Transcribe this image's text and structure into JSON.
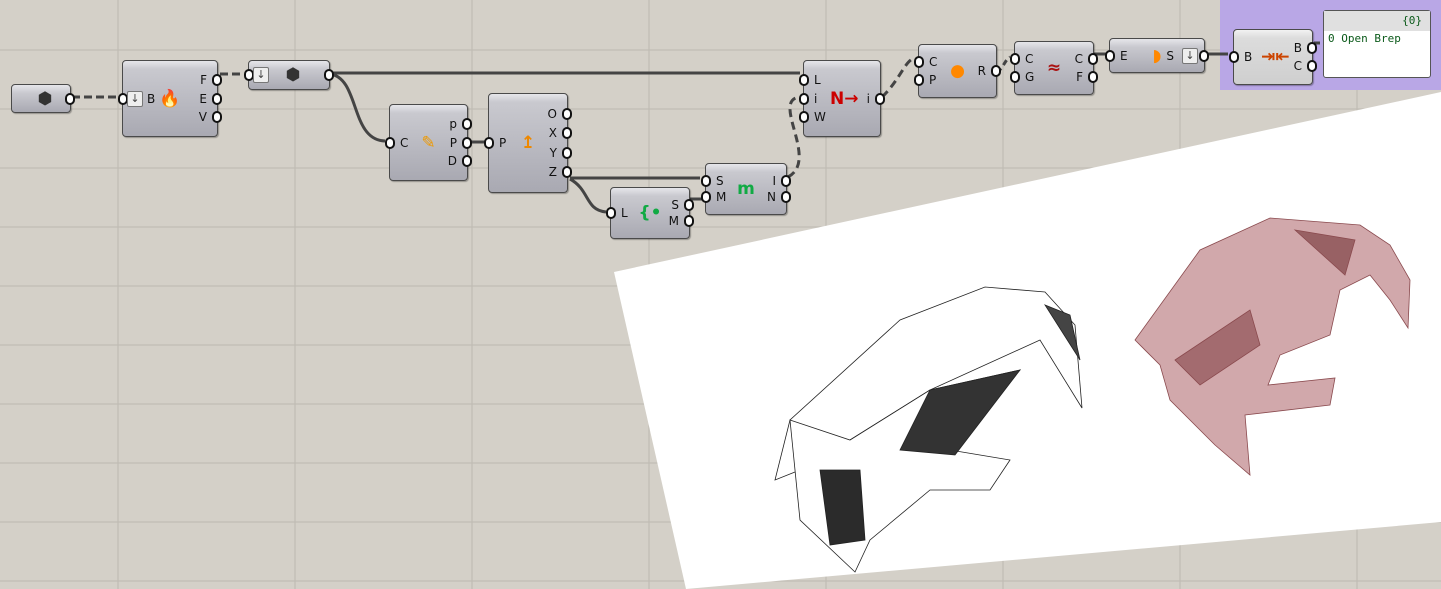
{
  "components": [
    {
      "id": "brep-param",
      "icon": "⬢",
      "inputs": [],
      "outputs": [
        ""
      ],
      "x": 0
    },
    {
      "id": "deconstruct-brep",
      "icon": "🔥",
      "inputs": [
        "B"
      ],
      "outputs": [
        "F",
        "E",
        "V"
      ]
    },
    {
      "id": "curve-param",
      "icon": "⬢",
      "inputs": [
        ""
      ],
      "outputs": [
        ""
      ]
    },
    {
      "id": "discontinuity",
      "icon": "✎",
      "inputs": [
        "C"
      ],
      "outputs": [
        "p",
        "P",
        "D"
      ]
    },
    {
      "id": "deconstruct-point",
      "icon": "↥",
      "inputs": [
        "P"
      ],
      "outputs": [
        "O",
        "X",
        "Y",
        "Z"
      ]
    },
    {
      "id": "list-length",
      "icon": "{•",
      "inputs": [
        "L"
      ],
      "outputs": [
        "S",
        "M"
      ]
    },
    {
      "id": "mass-addition",
      "icon": "m",
      "inputs": [
        "S",
        "M"
      ],
      "outputs": [
        "I",
        "N"
      ]
    },
    {
      "id": "insert-items",
      "icon": "N→",
      "inputs": [
        "L",
        "i",
        "W"
      ],
      "outputs": [
        "i"
      ]
    },
    {
      "id": "region-union",
      "icon": "●",
      "inputs": [
        "C",
        "P"
      ],
      "outputs": [
        "R"
      ]
    },
    {
      "id": "flip-curve",
      "icon": "≈",
      "inputs": [
        "C",
        "G"
      ],
      "outputs": [
        "C",
        "F"
      ]
    },
    {
      "id": "edge-surface",
      "icon": "◗",
      "inputs": [
        "E"
      ],
      "outputs": [
        "S"
      ]
    },
    {
      "id": "brep-closed",
      "icon": "⇥⇤",
      "inputs": [
        "B"
      ],
      "outputs": [
        "B",
        "C"
      ]
    }
  ],
  "panel": {
    "path": "{0}",
    "index": "0",
    "value": "Open Brep"
  },
  "colors": {
    "canvas": "#d4d0c8",
    "group": "#b9a7e6",
    "mesh_fill": "#b97a7e"
  }
}
